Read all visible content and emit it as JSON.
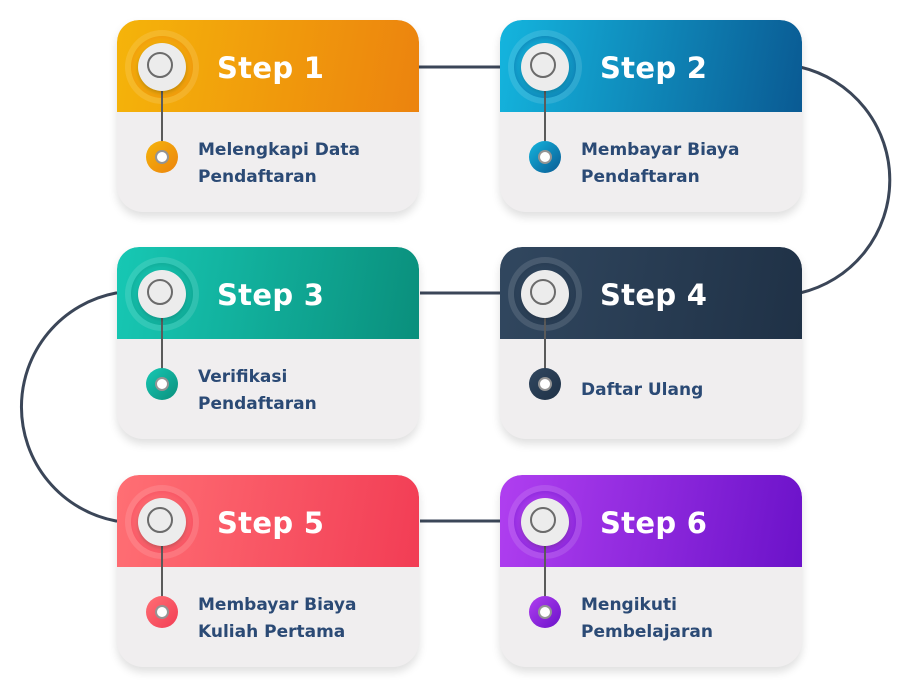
{
  "steps": [
    {
      "title": "Step 1",
      "lines": [
        "Melengkapi Data",
        "Pendaftaran"
      ],
      "color_start": "#f5b40a",
      "color_end": "#ec830e"
    },
    {
      "title": "Step 2",
      "lines": [
        "Membayar Biaya",
        "Pendaftaran"
      ],
      "color_start": "#14b5de",
      "color_end": "#0a5a93"
    },
    {
      "title": "Step 3",
      "lines": [
        "Verifikasi",
        "Pendaftaran"
      ],
      "color_start": "#17c8b4",
      "color_end": "#0a8f7c"
    },
    {
      "title": "Step 4",
      "lines": [
        "Daftar Ulang"
      ],
      "color_start": "#31475f",
      "color_end": "#1f3146"
    },
    {
      "title": "Step 5",
      "lines": [
        "Membayar Biaya",
        "Kuliah Pertama"
      ],
      "color_start": "#ff6f74",
      "color_end": "#f23d55"
    },
    {
      "title": "Step 6",
      "lines": [
        "Mengikuti",
        "Pembelajaran"
      ],
      "color_start": "#b03ff0",
      "color_end": "#6b12c9"
    }
  ],
  "connector_color": "#3b4658"
}
